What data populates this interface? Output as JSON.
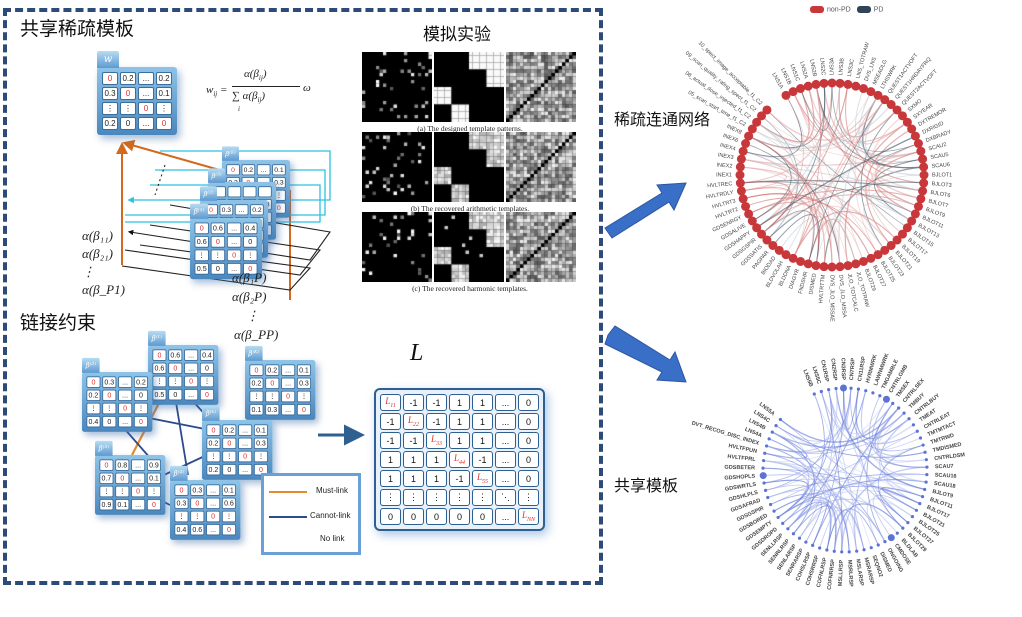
{
  "figure": {
    "sections": {
      "shared_sparse_template": "共享稀疏模板",
      "simulation": "模拟实验",
      "link_constraint": "链接约束",
      "sparse_network": "稀疏连通网络",
      "shared_template": "共享模板"
    },
    "w_matrix": {
      "label": "w",
      "rows": [
        [
          "0",
          "0.2",
          "...",
          "0.2"
        ],
        [
          "0.3",
          "0",
          "...",
          "0.1"
        ],
        [
          "⋮",
          "⋮",
          "0",
          "⋮"
        ],
        [
          "0.2",
          "0",
          "...",
          "0"
        ]
      ]
    },
    "formula": {
      "lhs": "w",
      "lhs_sub": "ij",
      "equals": "=",
      "numerator": "α(β",
      "numerator_sub": "ij",
      "denominator": "∑ α(β",
      "denominator_sub": "ij",
      "sum_index": "i",
      "factor": "ω"
    },
    "alpha_labels_left": [
      "α(β₁₁)",
      "α(β₂₁)",
      "⋮",
      "α(β_P1)"
    ],
    "alpha_labels_right": [
      "α(β₁P)",
      "α(β₂P)",
      "⋮",
      "α(β_PP)"
    ],
    "stack_matrices": [
      {
        "label": "β⁽¹⁾",
        "rows": [
          [
            "0",
            "0.6",
            "...",
            "0.4"
          ],
          [
            "0.6",
            "0",
            "...",
            "0"
          ],
          [
            "⋮",
            "⋮",
            "0",
            "⋮"
          ],
          [
            "0.5",
            "0",
            "...",
            "0"
          ]
        ]
      },
      {
        "label": "β⁽²⁾",
        "rows": [
          [
            "0",
            "0.3",
            "...",
            "0.2"
          ],
          [
            "0.8",
            "",
            "",
            "0.9"
          ]
        ]
      },
      {
        "label": "β⁽³⁾",
        "rows": [
          [
            "",
            "",
            "",
            ""
          ],
          [
            "0.2",
            "0",
            "...",
            "0.3"
          ]
        ]
      },
      {
        "label": "β⁽ᴷ⁾",
        "rows": [
          [
            "0",
            "0.2",
            "...",
            "0.1"
          ],
          [
            "0.2",
            "0",
            "...",
            "0.3"
          ],
          [
            "⋮",
            "⋮",
            "0",
            "⋮"
          ],
          [
            "0.1",
            "0.3",
            "...",
            "0"
          ]
        ]
      }
    ],
    "simulation_captions": [
      "(a) The designed template patterns.",
      "(b) The recovered arithmetic templates.",
      "(c) The recovered harmonic templates."
    ],
    "link_matrices": [
      {
        "label": "β⁽¹⁾",
        "rows": [
          [
            "0",
            "0.6",
            "...",
            "0.4"
          ],
          [
            "0.6",
            "0",
            "...",
            "0"
          ],
          [
            "⋮",
            "⋮",
            "0",
            "⋮"
          ],
          [
            "0.5",
            "0",
            "...",
            "0"
          ]
        ]
      },
      {
        "label": "β⁽²⁾",
        "rows": [
          [
            "0",
            "0.3",
            "...",
            "0.2"
          ],
          [
            "0.2",
            "0",
            "...",
            "0"
          ],
          [
            "⋮",
            "⋮",
            "0",
            "⋮"
          ],
          [
            "0.4",
            "0",
            "...",
            "0"
          ]
        ]
      },
      {
        "label": "β⁽ᴷ⁾",
        "rows": [
          [
            "0",
            "0.2",
            "...",
            "0.1"
          ],
          [
            "0.2",
            "0",
            "...",
            "0.3"
          ],
          [
            "⋮",
            "⋮",
            "0",
            "⋮"
          ],
          [
            "0.1",
            "0.3",
            "...",
            "0"
          ]
        ]
      },
      {
        "label": "β⁽ᵏ⁾",
        "rows": [
          [
            "0",
            "0.2",
            "...",
            "0.1"
          ],
          [
            "0.2",
            "0",
            "...",
            "0.3"
          ],
          [
            "⋮",
            "⋮",
            "0",
            "⋮"
          ],
          [
            "0.2",
            "0",
            "...",
            "0"
          ]
        ]
      },
      {
        "label": "β⁽³⁾",
        "rows": [
          [
            "0",
            "0.8",
            "...",
            "0.9"
          ],
          [
            "0.7",
            "0",
            "...",
            "0.1"
          ],
          [
            "⋮",
            "⋮",
            "0",
            "⋮"
          ],
          [
            "0.9",
            "0.1",
            "...",
            "0"
          ]
        ]
      },
      {
        "label": "β⁽⁴⁾",
        "rows": [
          [
            "0",
            "0.3",
            "...",
            "0.1"
          ],
          [
            "0.3",
            "0",
            "...",
            "0.6"
          ],
          [
            "⋮",
            "⋮",
            "0",
            "⋮"
          ],
          [
            "0.4",
            "0.6",
            "...",
            "0"
          ]
        ]
      }
    ],
    "link_legend": {
      "must_link": "Must-link",
      "cannot_link": "Cannot-link",
      "no_link": "No link",
      "must_color": "#e8892e",
      "cannot_color": "#2d4a8a"
    },
    "L_matrix": {
      "label": "L",
      "rows": [
        [
          "L11",
          "-1",
          "-1",
          "1",
          "1",
          "...",
          "0"
        ],
        [
          "-1",
          "L22",
          "-1",
          "1",
          "1",
          "...",
          "0"
        ],
        [
          "-1",
          "-1",
          "L33",
          "1",
          "1",
          "...",
          "0"
        ],
        [
          "1",
          "1",
          "1",
          "L44",
          "-1",
          "...",
          "0"
        ],
        [
          "1",
          "1",
          "1",
          "-1",
          "L55",
          "...",
          "0"
        ],
        [
          "⋮",
          "⋮",
          "⋮",
          "⋮",
          "⋮",
          "⋱",
          "⋮"
        ],
        [
          "0",
          "0",
          "0",
          "0",
          "0",
          "...",
          "LNN"
        ]
      ]
    },
    "network_top": {
      "legend": [
        {
          "label": "non-PD",
          "color": "#c8373a"
        },
        {
          "label": "PD",
          "color": "#2f4458"
        }
      ],
      "node_color": "#c8373a",
      "nodes": [
        "LNS1A",
        "LNS1B",
        "LNS1C",
        "LNS2A",
        "LNS2B",
        "LNS2C",
        "LNS3A",
        "LNS3B",
        "LNS3C",
        "LNS_TOTRAW",
        "DVS_LNS",
        "MSEADLG",
        "LTHSWRK",
        "QUEST1ACTVOFT",
        "QUEST1HRDAYFRQ",
        "QUEST2ACTVOFT",
        "SXMO",
        "SXYEAR",
        "DXTREMOR",
        "DXRIGID",
        "DXBRADY",
        "SCAU2",
        "SCAU5",
        "SCAU6",
        "BJLOT1",
        "BJLOT3",
        "BJLOT6",
        "BJLOT7",
        "BJLOT9",
        "BJLOT11",
        "BJLOT13",
        "BJLOT15",
        "BJLOT17",
        "BJLOT19",
        "BJLOT21",
        "BJLOT23",
        "BJLOT25",
        "BJLOT27",
        "BJLOT29",
        "JLO_TOTRAW",
        "JLO_TOTCALC",
        "DVS_JLO_MSSA",
        "DVS_JLO_MSSAE",
        "HVLTRTTM",
        "DISMED",
        "FNDSHR",
        "DIAGYR",
        "BLDDNA",
        "BLDVOLAH",
        "BIODAD",
        "PAGPAR",
        "GDSSATIS",
        "GDSGSPIR",
        "GDSHAPPY",
        "GDSALIVE",
        "GDSENRGY",
        "HVLTRT2",
        "HVLTRT3",
        "HVLTRDLY",
        "HVLTREC",
        "INEX1",
        "INEX2",
        "INEX3",
        "INEX4",
        "INEX6",
        "INEX8",
        "05_scan_start_time_f1_C2",
        "08_actual_dose_injected_f1_C2",
        "09_scan_quality_rating_spect_f1_C2",
        "10_spect_image_acceptable_f1_C2"
      ]
    },
    "network_bottom": {
      "node_color": "#5b72d6",
      "nodes": [
        "LNS5B",
        "LNS5C",
        "CN1RSP",
        "CN2RSP",
        "CN3RSP",
        "CN7RSP",
        "CN11RSP",
        "HVRMWRK",
        "LAWNMWRK",
        "TMGAMBLE",
        "CNTRLGMB",
        "TMSEX",
        "CNTRLSEX",
        "TMBUY",
        "CNTRLBUY",
        "TMEAT",
        "CNTRLEAT",
        "TMTMTACT",
        "TMTRWD",
        "TMDISMED",
        "CNTRLDSM",
        "SCAU7",
        "SCAU16",
        "SCAU18",
        "BJLOT9",
        "BJLOT11",
        "BJLOT17",
        "BJLOT21",
        "BJLOT25",
        "BJLOT27",
        "BJLOT29",
        "BLDLAB",
        "CMDOSE",
        "ONGOING",
        "DISMED",
        "SEQNO2",
        "MSRARSP",
        "MSLARSP",
        "MSRLRSP",
        "MSLLRSP",
        "COFNRRSP",
        "COFNLRSP",
        "COHSRRSP",
        "COHSLRSP",
        "SENRARSP",
        "SENLARSP",
        "SENRLRSP",
        "SENLLRSP",
        "GDSDROPD",
        "GDSEMPTY",
        "GDSBORED",
        "GDSGSPIR",
        "GDSAFRAD",
        "GDSHLPLS",
        "GDSWRTLS",
        "GDSHOPLS",
        "GDSBETER",
        "HVLTFPRL",
        "HVLTFPUN",
        "DVT_RECOG_DISC_INDEX",
        "LNS4A",
        "LNS4B",
        "LNS4C",
        "LNS5A"
      ]
    }
  }
}
